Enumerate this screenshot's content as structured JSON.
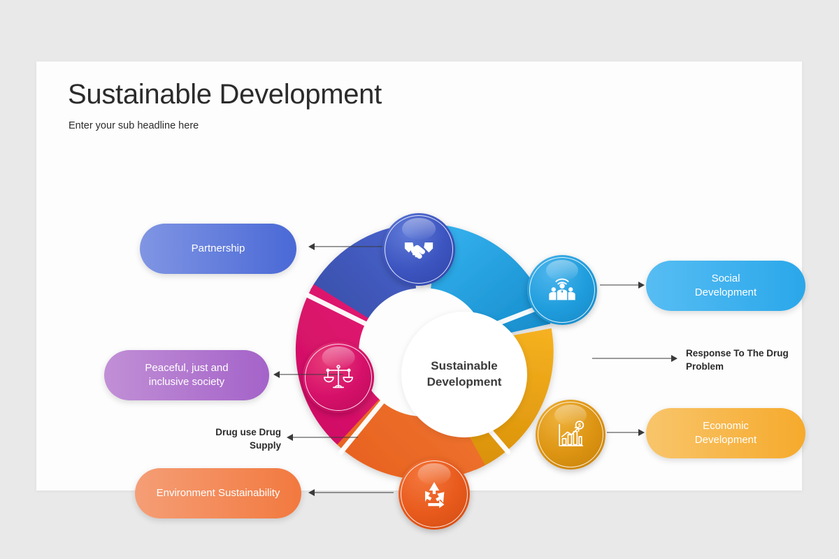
{
  "slide": {
    "title": "Sustainable Development",
    "subtitle": "Enter your sub headline here",
    "background_color": "#e9e9e9",
    "card_color": "#fdfdfd"
  },
  "hub": {
    "line1": "Sustainable",
    "line2": "Development",
    "text_color": "#3b3b3b"
  },
  "segments": [
    {
      "id": "partnership",
      "color": "#3d55c0",
      "icon": "handshake-icon",
      "label": "Partnership"
    },
    {
      "id": "social",
      "color": "#1f9ddd",
      "icon": "people-network-icon",
      "label": "Social Development"
    },
    {
      "id": "economic",
      "color": "#e8a50e",
      "icon": "growth-chart-icon",
      "label": "Economic Development"
    },
    {
      "id": "environment",
      "color": "#ed6a2c",
      "icon": "recycle-icon",
      "label": "Environment Sustainability"
    },
    {
      "id": "justice",
      "color": "#d6106a",
      "icon": "balance-scales-icon",
      "label": "Peaceful, just and inclusive society"
    },
    {
      "id": "response",
      "color": "#4a69d6",
      "icon": "none",
      "label": "Response To The Drug Problem"
    }
  ],
  "pills": {
    "partnership": {
      "label": "Partnership",
      "color_from": "#8095e3",
      "color_to": "#4a69d6"
    },
    "justice": {
      "line1": "Peaceful, just and",
      "line2": "inclusive society",
      "color_from": "#c18fd6",
      "color_to": "#a463c9"
    },
    "environment": {
      "label": "Environment Sustainability",
      "color_from": "#f59e76",
      "color_to": "#f2793f"
    },
    "social": {
      "line1": "Social",
      "line2": "Development",
      "color_from": "#57bdf3",
      "color_to": "#2aa7ea"
    },
    "economic": {
      "line1": "Economic",
      "line2": "Development",
      "color_from": "#f8c56b",
      "color_to": "#f6aa2c"
    }
  },
  "text_labels": {
    "drug_use": {
      "line1": "Drug use Drug",
      "line2": "Supply"
    },
    "response": {
      "line1": "Response To The Drug",
      "line2": "Problem"
    }
  }
}
